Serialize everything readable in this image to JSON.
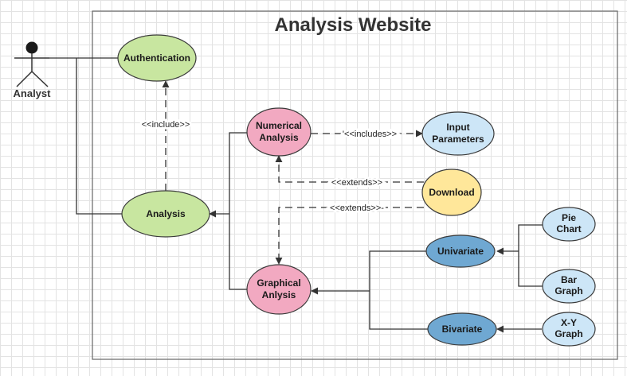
{
  "system": {
    "title": "Analysis Website"
  },
  "actor": {
    "label": "Analyst"
  },
  "colors": {
    "green": "#c8e6a0",
    "pink": "#f2a9c1",
    "lightblue": "#cde6f7",
    "blue": "#6fa8d2",
    "yellow": "#ffe79a",
    "stroke": "#3a3a3a"
  },
  "use_cases": {
    "authentication": {
      "label": "Authentication"
    },
    "analysis": {
      "label": "Analysis"
    },
    "numerical_analysis": {
      "line1": "Numerical",
      "line2": "Analysis"
    },
    "input_parameters": {
      "line1": "Input",
      "line2": "Parameters"
    },
    "download": {
      "label": "Download"
    },
    "graphical_analysis": {
      "line1": "Graphical",
      "line2": "Anlysis"
    },
    "univariate": {
      "label": "Univariate"
    },
    "bivariate": {
      "label": "Bivariate"
    },
    "pie_chart": {
      "line1": "Pie",
      "line2": "Chart"
    },
    "bar_graph": {
      "line1": "Bar",
      "line2": "Graph"
    },
    "xy_graph": {
      "line1": "X-Y",
      "line2": "Graph"
    }
  },
  "relations": {
    "include": "<<include>>",
    "includes": "'<<includes>>",
    "extends_upper": "<<extends>>",
    "extends_lower": "<<extends>>-"
  }
}
